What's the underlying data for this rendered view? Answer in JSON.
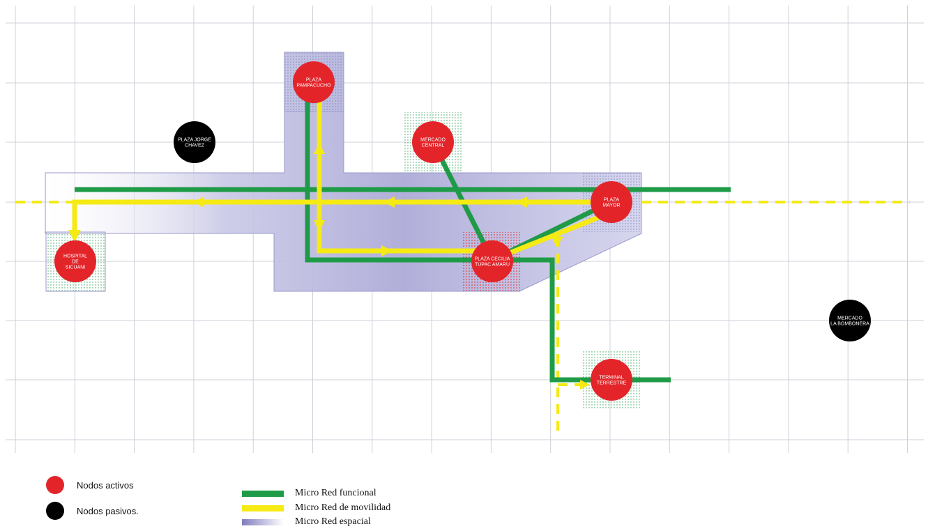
{
  "nodes": {
    "pampacucho": [
      "PLAZA",
      "PAMPACUCHO"
    ],
    "jorge_chavez": [
      "PLAZA JORGE",
      "CHAVEZ"
    ],
    "mercado_central": [
      "MERCADO",
      "CENTRAL"
    ],
    "plaza_mayor": [
      "PLAZA",
      "MAYOR"
    ],
    "hospital": [
      "HOSPITAL",
      "DE",
      "SICUANI"
    ],
    "tupac_amaru": [
      "PLAZA CECILIA",
      "TUPAC AMARU"
    ],
    "bombonera": [
      "MERCADO",
      "LA BOMBONERA"
    ],
    "terminal": [
      "TERMINAL",
      "TERRESTRE"
    ]
  },
  "legend": {
    "nodos_activos": "Nodos activos",
    "nodos_pasivos": "Nodos pasivos.",
    "red_funcional": "Micro Red funcional",
    "red_movilidad": "Micro Red de movilidad",
    "red_espacial": "Micro Red espacial"
  },
  "colors": {
    "active_node": "#e3252a",
    "passive_node": "#000000",
    "funcional": "#1f9b48",
    "movilidad": "#f5ea14",
    "espacial": "#9a98cc",
    "grid": "#c8c8d4"
  }
}
